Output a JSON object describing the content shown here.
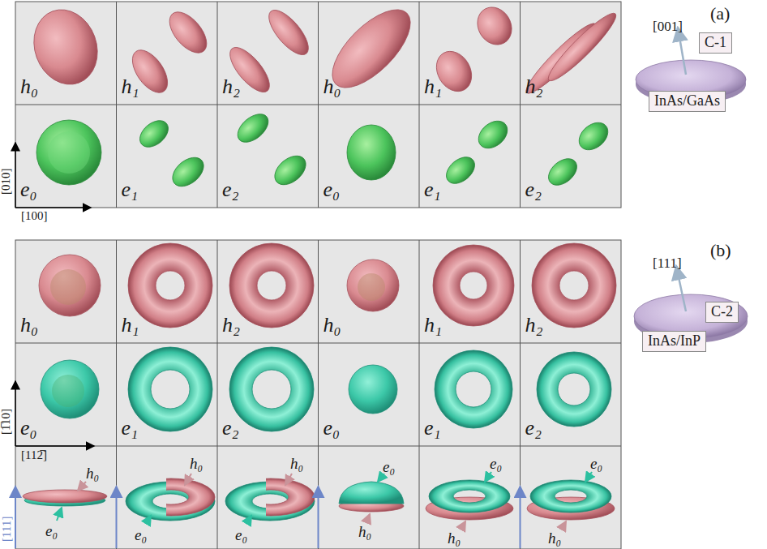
{
  "diagram": {
    "nodes": [
      {
        "text": [
          "C-1"
        ]
      },
      {
        "text": [
          "InAs/GaAs"
        ]
      },
      {
        "text": [
          "C-2"
        ]
      },
      {
        "text": [
          "InAs/InP"
        ]
      }
    ],
    "labels": [
      "h₀",
      "h₁",
      "h₂",
      "h₀",
      "h₁",
      "h₂",
      "e₀",
      "e₁",
      "e₂",
      "e₀",
      "e₁",
      "e₂",
      "[010]",
      "[100]",
      "(a)",
      "[001]",
      "h₀",
      "h₁",
      "h₂",
      "h₀",
      "h₁",
      "h₂",
      "e₀",
      "e₁",
      "e₂",
      "e₀",
      "e₁",
      "e₂",
      "[1̅10]",
      "[112̅]",
      "h₀",
      "e₀",
      "h₀",
      "e₀",
      "h₀",
      "e₀",
      "e₀",
      "h₀",
      "e₀",
      "h₀",
      "e₀",
      "h₀",
      "(b)",
      "[111]",
      "[111]"
    ]
  }
}
